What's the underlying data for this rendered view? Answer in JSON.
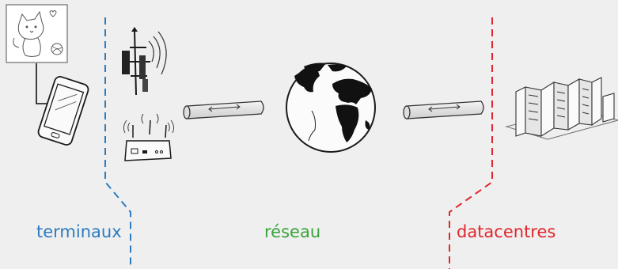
{
  "labels": {
    "terminals": "terminaux",
    "network": "réseau",
    "datacenters": "datacentres"
  },
  "colors": {
    "background": "#efefef",
    "terminals": "#2c7bbf",
    "network": "#3aa33a",
    "datacenters": "#e0262e",
    "ink": "#1a1a1a"
  },
  "icons": [
    "cat-drawing-icon",
    "smartphone-icon",
    "cell-tower-icon",
    "wifi-router-icon",
    "cable-icon",
    "globe-icon",
    "server-racks-icon"
  ]
}
